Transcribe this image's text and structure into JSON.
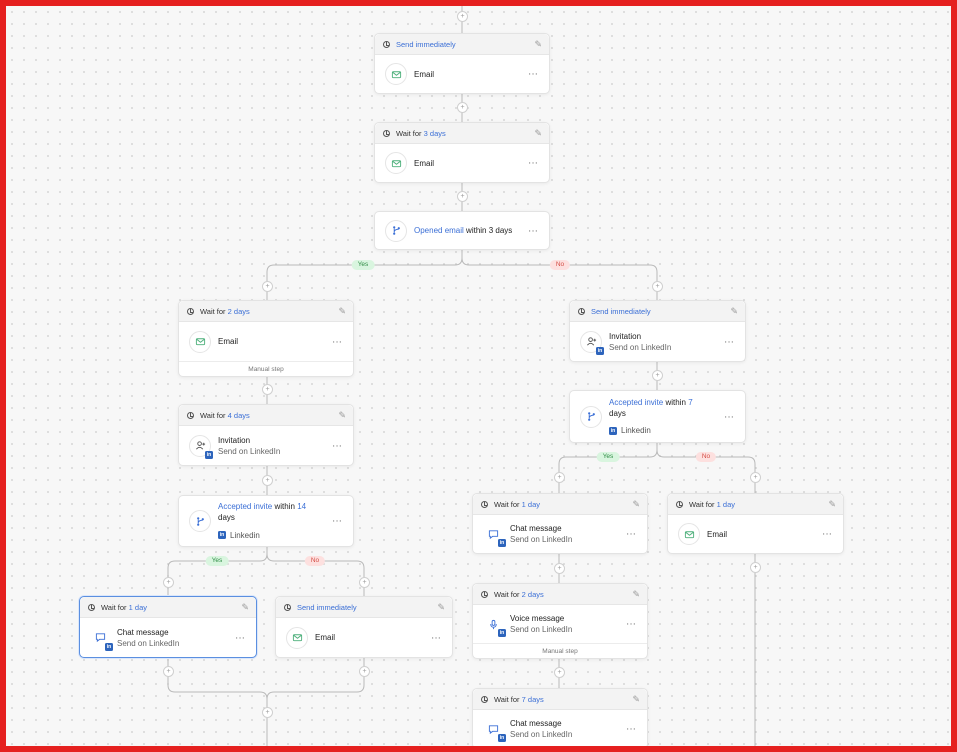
{
  "colors": {
    "frame": "#e5201f",
    "accent": "#3b6fd6",
    "yes": "#2f8d45",
    "no": "#d34c44"
  },
  "labels": {
    "yes": "Yes",
    "no": "No",
    "manual_step": "Manual step",
    "more": "···",
    "within": "within",
    "days": "days",
    "linkedin": "Linkedin"
  },
  "nodes": {
    "n1": {
      "header": "Send immediately",
      "title": "Email",
      "icon": "email-icon"
    },
    "n2": {
      "header_prefix": "Wait for",
      "header_value": "3 days",
      "title": "Email",
      "icon": "email-icon"
    },
    "n3": {
      "link_text": "Opened email",
      "suffix": "within 3 days",
      "icon": "branch-icon"
    },
    "n4": {
      "header_prefix": "Wait for",
      "header_value": "2 days",
      "title": "Email",
      "icon": "email-icon"
    },
    "n5": {
      "header_prefix": "Wait for",
      "header_value": "4 days",
      "title": "Invitation",
      "subtitle": "Send on LinkedIn",
      "icon": "add-user-icon"
    },
    "n6": {
      "link_text": "Accepted invite",
      "value": "14",
      "icon": "branch-icon"
    },
    "n7": {
      "header_prefix": "Wait for",
      "header_value": "1 day",
      "title": "Chat message",
      "subtitle": "Send on LinkedIn",
      "icon": "chat-icon"
    },
    "n8": {
      "header": "Send immediately",
      "title": "Email",
      "icon": "email-icon"
    },
    "n9": {
      "header": "Send immediately",
      "title": "Invitation",
      "subtitle": "Send on LinkedIn",
      "icon": "add-user-icon"
    },
    "n10": {
      "link_text": "Accepted invite",
      "value": "7",
      "icon": "branch-icon"
    },
    "n11": {
      "header_prefix": "Wait for",
      "header_value": "1 day",
      "title": "Chat message",
      "subtitle": "Send on LinkedIn",
      "icon": "chat-icon"
    },
    "n12": {
      "header_prefix": "Wait for",
      "header_value": "1 day",
      "title": "Email",
      "icon": "email-icon"
    },
    "n13": {
      "header_prefix": "Wait for",
      "header_value": "2 days",
      "title": "Voice message",
      "subtitle": "Send on LinkedIn",
      "icon": "microphone-icon"
    },
    "n14": {
      "header_prefix": "Wait for",
      "header_value": "7 days",
      "title": "Chat message",
      "subtitle": "Send on LinkedIn",
      "icon": "chat-icon"
    }
  }
}
